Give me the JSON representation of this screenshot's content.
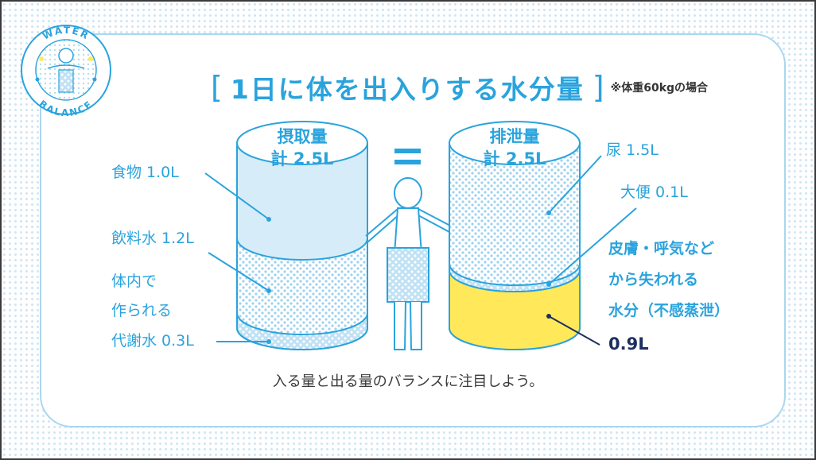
{
  "title": {
    "bracket_open": "[",
    "text": "1日に体を出入りする水分量",
    "bracket_close": "]",
    "note": "※体重60kgの場合"
  },
  "logo": {
    "top_text": "WATER",
    "bottom_text": "BALANCE"
  },
  "intake": {
    "heading": "摂取量",
    "total": "計 2.5L",
    "items": [
      {
        "label": "食物 1.0L"
      },
      {
        "label": "飲料水 1.2L"
      },
      {
        "label_line1": "体内で",
        "label_line2": "作られる",
        "label_line3": "代謝水 0.3L"
      }
    ]
  },
  "equals": "=",
  "output": {
    "heading": "排泄量",
    "total": "計 2.5L",
    "items": [
      {
        "label": "尿 1.5L"
      },
      {
        "label": "大便 0.1L"
      },
      {
        "label_line1": "皮膚・呼気など",
        "label_line2": "から失われる",
        "label_line3": "水分（不感蒸泄）",
        "value": "0.9L"
      }
    ]
  },
  "footer": "入る量と出る量のバランスに注目しよう。",
  "colors": {
    "accent": "#2aa3dd",
    "light_blue": "#d6ecf8",
    "yellow": "#ffe95a",
    "dark_navy": "#1d2f5f",
    "dot": "#9fd2ee"
  }
}
